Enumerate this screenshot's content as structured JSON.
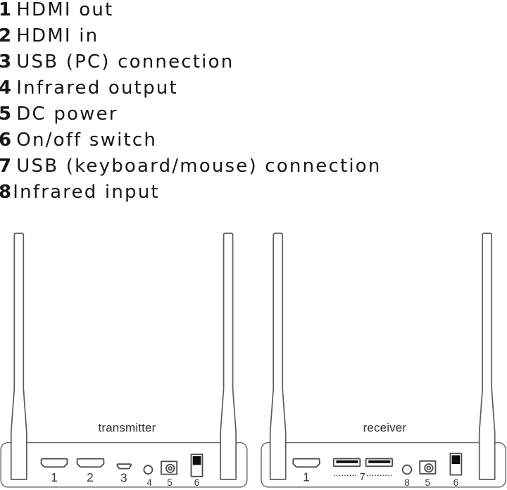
{
  "legend": {
    "items": [
      {
        "num": "1",
        "label": "HDMI out"
      },
      {
        "num": "2",
        "label": "HDMI in"
      },
      {
        "num": "3",
        "label": "USB (PC) connection"
      },
      {
        "num": "4",
        "label": "Infrared output"
      },
      {
        "num": "5",
        "label": "DC power"
      },
      {
        "num": "6",
        "label": "On/off switch"
      },
      {
        "num": "7",
        "label": "USB (keyboard/mouse) connection"
      },
      {
        "num": "8",
        "label": "Infrared input"
      }
    ]
  },
  "devices": [
    {
      "name": "transmitter",
      "port_labels": {
        "hdmi_out": "1",
        "hdmi_in": "2",
        "usb_pc": "3",
        "ir_out": "4",
        "dc_power": "5",
        "switch": "6"
      }
    },
    {
      "name": "receiver",
      "port_labels": {
        "hdmi_out": "1",
        "usb_kbm": "7",
        "ir_in": "8",
        "dc_power": "5",
        "switch": "6"
      }
    }
  ],
  "colors": {
    "background": "#ffffff",
    "legend_text": "#161616",
    "line_art": "#4a4a4a",
    "body_outline": "#6d6d6d",
    "port_black_fill": "#0d0d0d"
  }
}
